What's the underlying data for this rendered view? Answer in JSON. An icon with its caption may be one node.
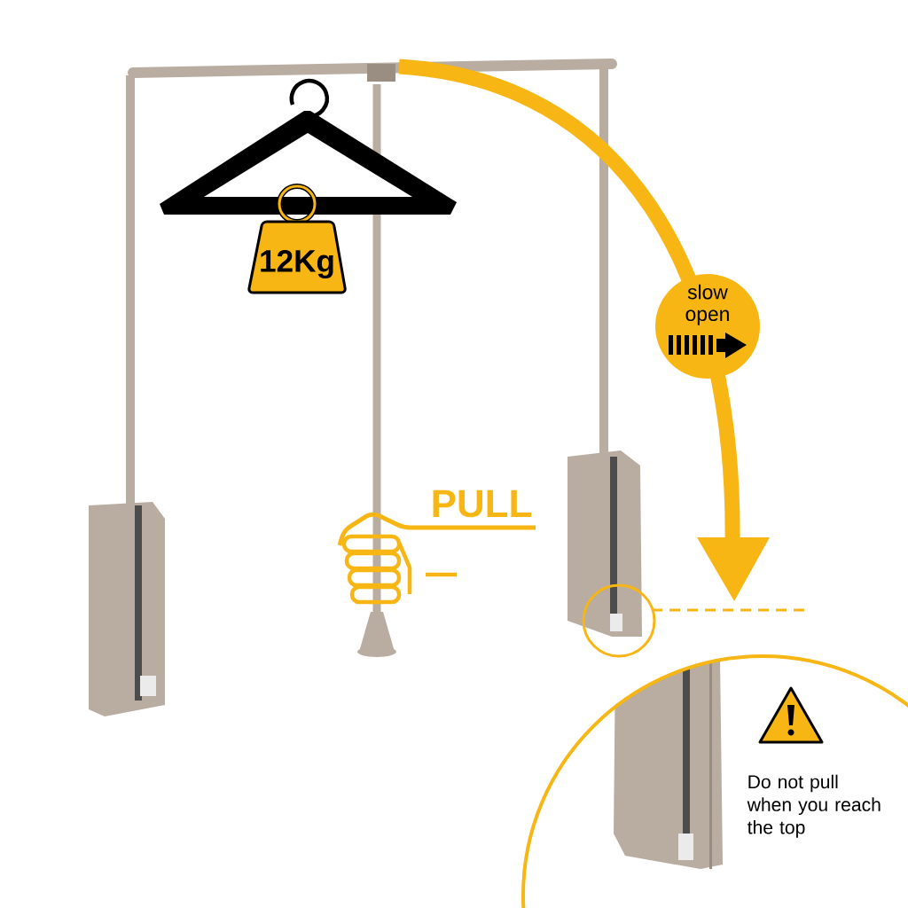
{
  "diagram": {
    "nodes": [
      {
        "text": [
          "12Kg"
        ]
      },
      {
        "text": [
          "slow open"
        ]
      }
    ],
    "labels": [
      "PULL",
      "Do not pull when you reach the top"
    ]
  }
}
